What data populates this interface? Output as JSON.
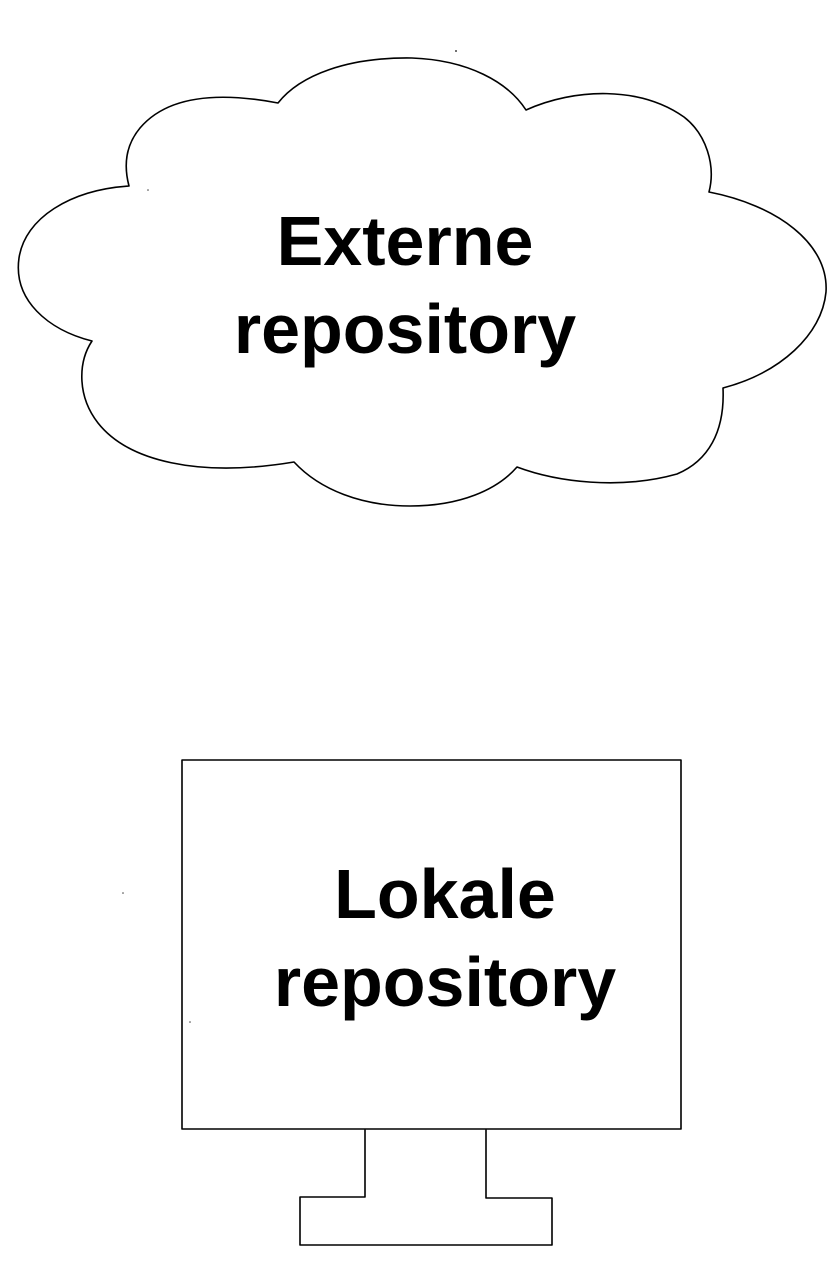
{
  "diagram": {
    "external_repository": {
      "line1": "Externe",
      "line2": "repository"
    },
    "local_repository": {
      "line1": "Lokale",
      "line2": "repository"
    }
  },
  "colors": {
    "background": "#ffffff",
    "stroke": "#000000",
    "text": "#000000"
  }
}
